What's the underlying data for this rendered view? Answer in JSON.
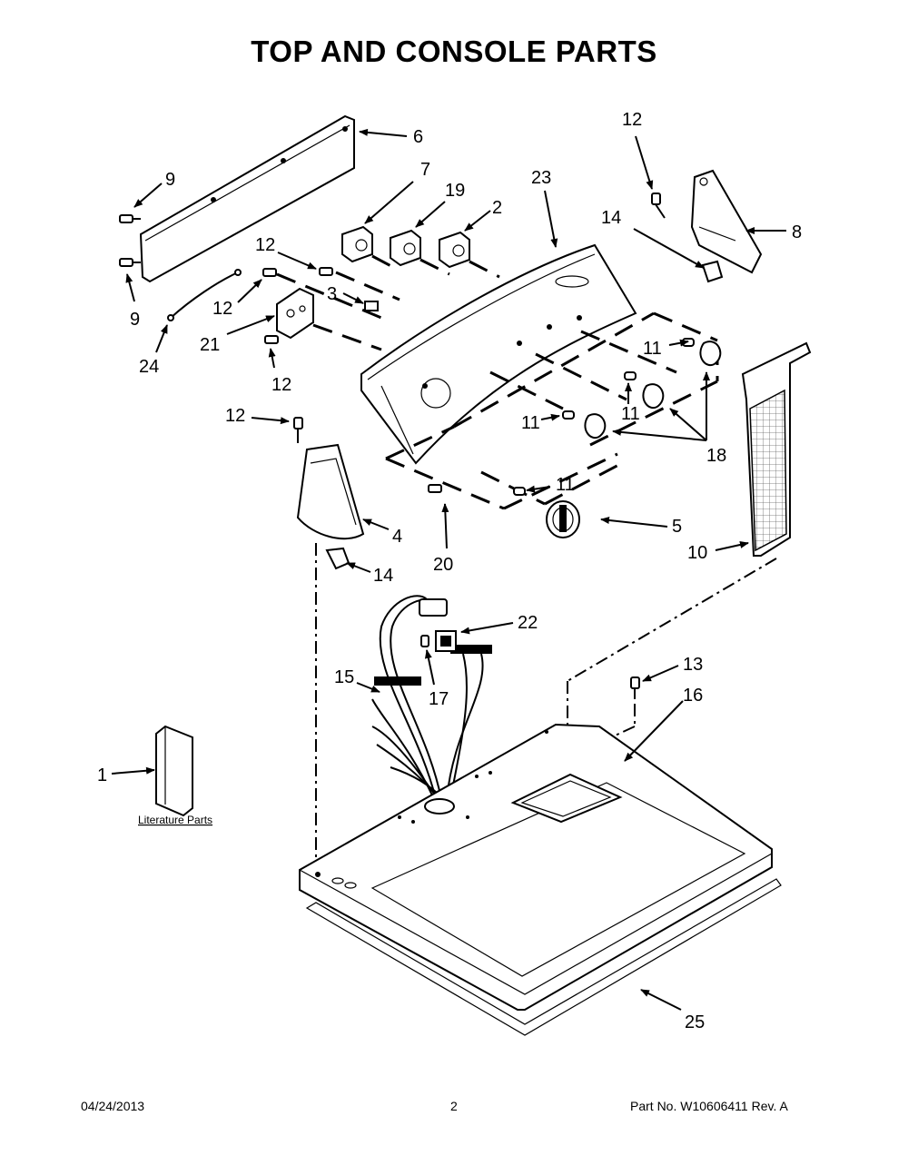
{
  "title": "TOP AND CONSOLE PARTS",
  "callouts": {
    "c6": "6",
    "c9a": "9",
    "c9b": "9",
    "c7": "7",
    "c19": "19",
    "c2": "2",
    "c23": "23",
    "c12a": "12",
    "c12b": "12",
    "c12c": "12",
    "c12d": "12",
    "c12e": "12",
    "c14a": "14",
    "c14b": "14",
    "c8": "8",
    "c3": "3",
    "c21": "21",
    "c24": "24",
    "c11a": "11",
    "c11b": "11",
    "c11c": "11",
    "c11d": "11",
    "c18": "18",
    "c4": "4",
    "c20": "20",
    "c5": "5",
    "c10": "10",
    "c22": "22",
    "c15": "15",
    "c17": "17",
    "c13": "13",
    "c16": "16",
    "c1": "1",
    "c25": "25"
  },
  "literature_label": "Literature Parts",
  "footer": {
    "date": "04/24/2013",
    "page": "2",
    "part_no": "Part No.  W10606411  Rev.  A"
  }
}
